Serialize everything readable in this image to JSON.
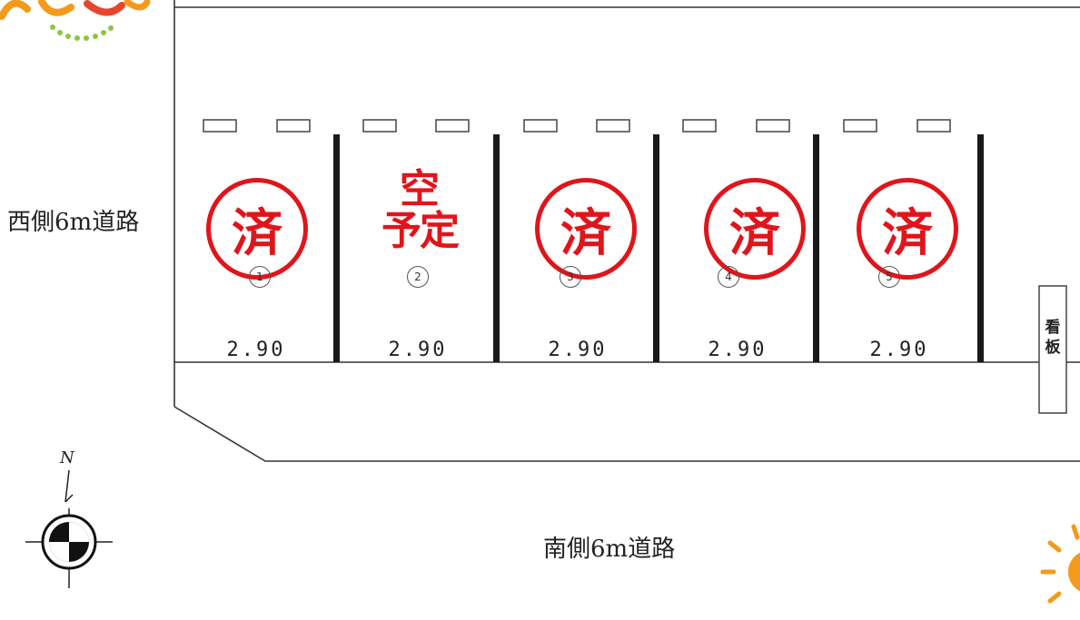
{
  "roads": {
    "west": "西側6m道路",
    "south": "南側6m道路"
  },
  "slots": [
    {
      "number": "1",
      "width": "2.90",
      "status": "済"
    },
    {
      "number": "2",
      "width": "2.90",
      "status_line1": "空",
      "status_line2": "予定"
    },
    {
      "number": "3",
      "width": "2.90",
      "status": "済"
    },
    {
      "number": "4",
      "width": "2.90",
      "status": "済"
    },
    {
      "number": "5",
      "width": "2.90",
      "status": "済"
    }
  ],
  "sign": "看板",
  "compass": "N",
  "colors": {
    "stamp": "#e0151b",
    "lines": "#333333",
    "divider": "#1a1a1a",
    "logo_orange": "#f39a1b",
    "logo_green": "#8cc63f"
  }
}
